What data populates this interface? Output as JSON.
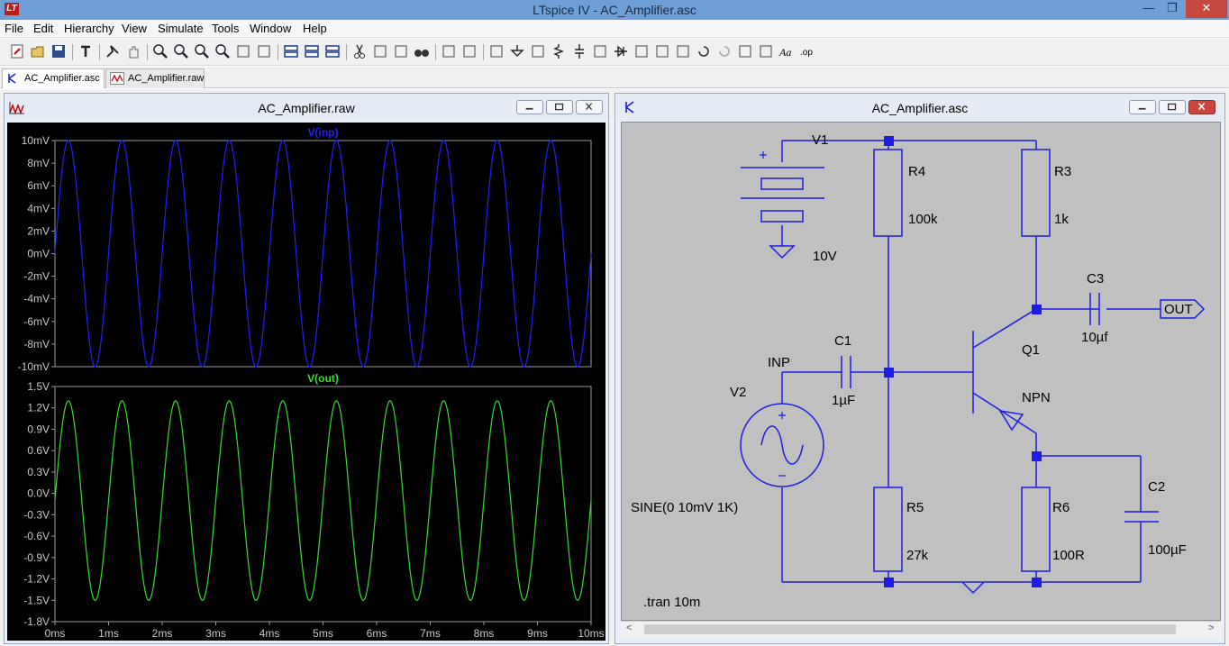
{
  "app": {
    "title": "LTspice IV - AC_Amplifier.asc",
    "logo": "LT",
    "window_controls": {
      "minimize": "—",
      "restore": "❐",
      "close": "✕"
    }
  },
  "menu": [
    "File",
    "Edit",
    "Hierarchy",
    "View",
    "Simulate",
    "Tools",
    "Window",
    "Help"
  ],
  "toolbar": {
    "icons": [
      "new-schematic-icon",
      "open-icon",
      "save-icon",
      "control-panel-icon",
      "run-icon",
      "pan-hand-icon",
      "zoom-in-icon",
      "zoom-area-icon",
      "zoom-out-icon",
      "zoom-fit-icon",
      "autorange-icon",
      "delete-plot-icon",
      "tile-horizontal-icon",
      "cascade-icon",
      "tile-vertical-icon",
      "cut-icon",
      "copy-icon",
      "paste-icon",
      "find-icon",
      "print-setup-icon",
      "print-icon",
      "wire-icon",
      "ground-icon",
      "label-icon",
      "resistor-icon",
      "capacitor-icon",
      "inductor-icon",
      "diode-icon",
      "component-icon",
      "move-icon",
      "drag-icon",
      "undo-icon",
      "redo-icon",
      "rotate-icon",
      "mirror-icon",
      "text-icon",
      "spice-directive-icon"
    ],
    "text_tool": "Aa",
    "directive_tool": ".op"
  },
  "tabs": [
    {
      "label": "AC_Amplifier.asc",
      "icon": "schematic-icon",
      "active": true
    },
    {
      "label": "AC_Amplifier.raw",
      "icon": "waveform-icon",
      "active": false
    }
  ],
  "waveform_window": {
    "title": "AC_Amplifier.raw",
    "pane1": {
      "trace": "V(inp)",
      "color": "#1f1fff",
      "y_ticks": [
        "10mV",
        "8mV",
        "6mV",
        "4mV",
        "2mV",
        "0mV",
        "-2mV",
        "-4mV",
        "-6mV",
        "-8mV",
        "-10mV"
      ]
    },
    "pane2": {
      "trace": "V(out)",
      "color": "#33dd33",
      "y_ticks": [
        "1.5V",
        "1.2V",
        "0.9V",
        "0.6V",
        "0.3V",
        "0.0V",
        "-0.3V",
        "-0.6V",
        "-0.9V",
        "-1.2V",
        "-1.5V",
        "-1.8V"
      ]
    },
    "x_ticks": [
      "0ms",
      "1ms",
      "2ms",
      "3ms",
      "4ms",
      "5ms",
      "6ms",
      "7ms",
      "8ms",
      "9ms",
      "10ms"
    ]
  },
  "schematic_window": {
    "title": "AC_Amplifier.asc",
    "wire_color": "#1c1ce6",
    "labels": {
      "v1": "V1",
      "v1_value": "10V",
      "r4": "R4",
      "r4_value": "100k",
      "r3": "R3",
      "r3_value": "1k",
      "c3": "C3",
      "c3_value": "10µf",
      "out": "OUT",
      "c1": "C1",
      "c1_value": "1µF",
      "inp": "INP",
      "q1": "Q1",
      "q1_model": "NPN",
      "v2": "V2",
      "v2_value": "SINE(0 10mV 1K)",
      "r5": "R5",
      "r5_value": "27k",
      "r6": "R6",
      "r6_value": "100R",
      "c2": "C2",
      "c2_value": "100µF",
      "directive": ".tran 10m",
      "plus": "+",
      "minus": "−"
    }
  },
  "chart_data": [
    {
      "type": "line",
      "title": "V(inp)",
      "xlabel": "",
      "ylabel": "",
      "xlim": [
        0,
        10
      ],
      "ylim": [
        -10,
        10
      ],
      "series": [
        {
          "name": "V(inp)",
          "function": "sine",
          "amplitude": 10,
          "offset": 0,
          "frequency_khz": 1,
          "x_start": 0,
          "x_end": 10
        }
      ]
    },
    {
      "type": "line",
      "title": "V(out)",
      "xlabel": "",
      "ylabel": "",
      "xlim": [
        0,
        10
      ],
      "ylim": [
        -1.8,
        1.5
      ],
      "series": [
        {
          "name": "V(out)",
          "function": "sine",
          "amplitude": 1.4,
          "offset": -0.1,
          "frequency_khz": 1,
          "x_start": 0,
          "x_end": 10
        }
      ]
    }
  ]
}
